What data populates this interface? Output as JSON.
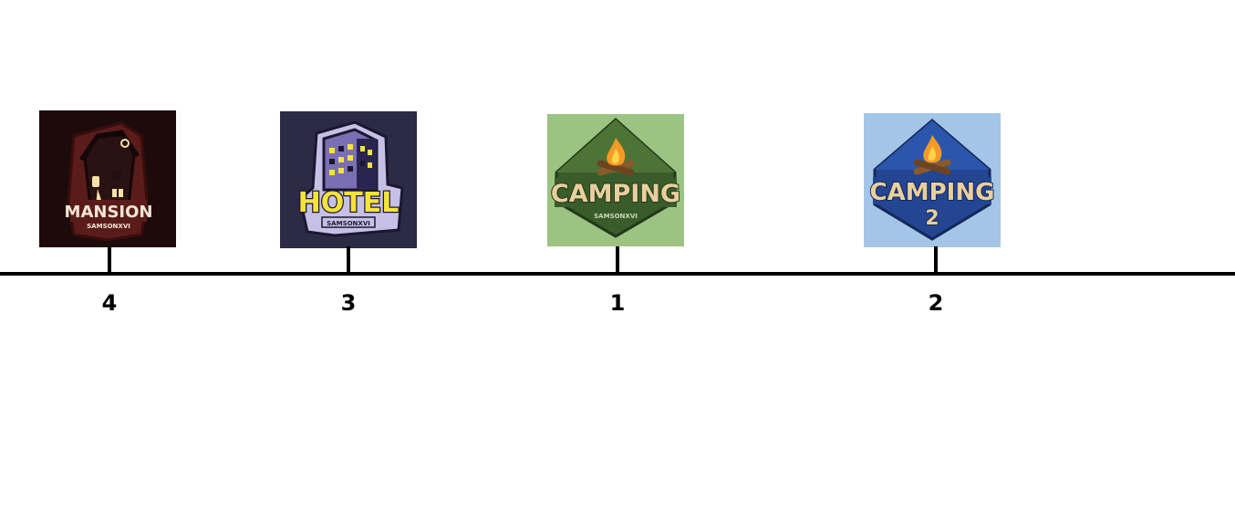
{
  "events": [
    {
      "order": "4",
      "logo": {
        "name": "mansion-logo",
        "title": "MANSION",
        "creator": "SAMSONXVI",
        "bg_color": "#1d0b0b",
        "accent_color": "#5a1c1a"
      }
    },
    {
      "order": "3",
      "logo": {
        "name": "hotel-logo",
        "title": "HOTEL",
        "creator": "SAMSONXVI",
        "bg_color": "#2d2a45",
        "accent_color": "#f5e23b"
      }
    },
    {
      "order": "1",
      "logo": {
        "name": "camping-logo",
        "title": "CAMPING",
        "creator": "SAMSONXVI",
        "bg_color": "#9cc382",
        "accent_color": "#3a5c2a"
      }
    },
    {
      "order": "2",
      "logo": {
        "name": "camping-2-logo",
        "title": "CAMPING",
        "subtitle": "2",
        "bg_color": "#a4c6e6",
        "accent_color": "#234592"
      }
    }
  ]
}
